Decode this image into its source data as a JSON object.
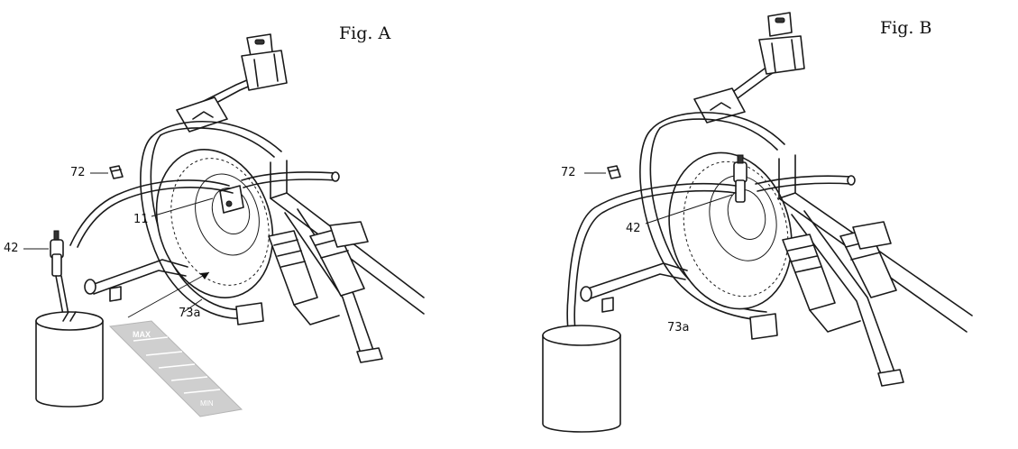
{
  "figures": [
    {
      "title": "Fig. A",
      "callouts": {
        "cap": "72",
        "hose_plug": "11",
        "pump_nozzle": "42",
        "tank": "73a"
      },
      "gauge": {
        "max_label": "MAX",
        "min_label": "MIN"
      }
    },
    {
      "title": "Fig. B",
      "callouts": {
        "cap": "72",
        "pump_nozzle": "42",
        "tank": "73a"
      }
    }
  ]
}
